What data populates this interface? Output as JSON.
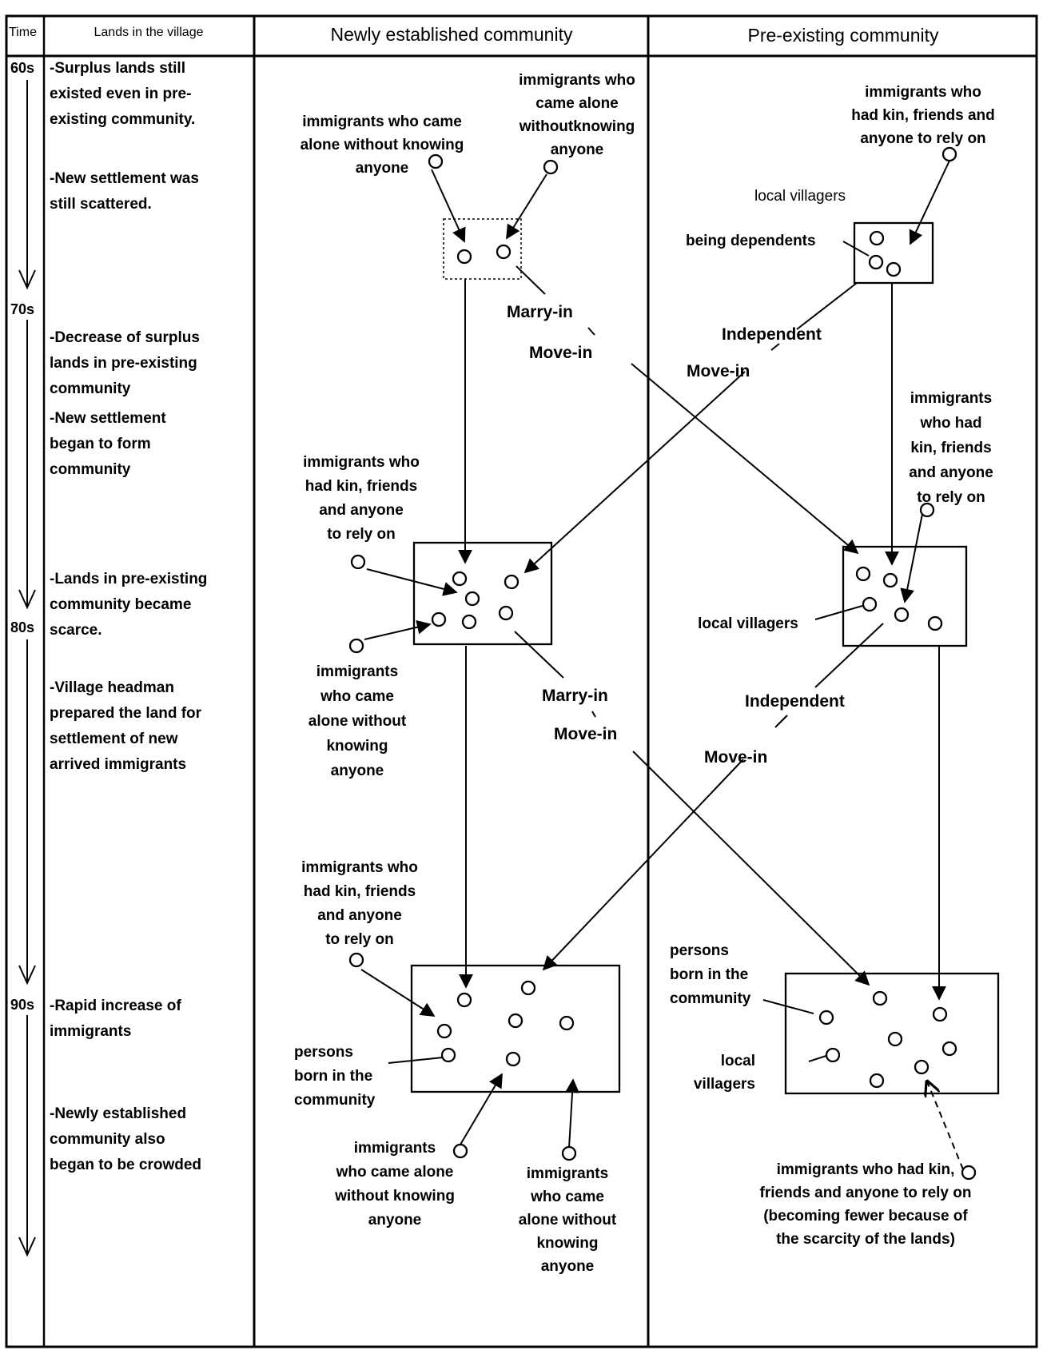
{
  "columns": {
    "time": "Time",
    "lands": "Lands in the village",
    "new_community": "Newly established community",
    "pre_existing": "Pre-existing community"
  },
  "timeline": {
    "marks": [
      "60s",
      "70s",
      "80s",
      "90s"
    ]
  },
  "lands": {
    "l1": [
      "-Surplus lands still",
      "existed even in pre-",
      "existing community."
    ],
    "l2": [
      "-New settlement was",
      "still scattered."
    ],
    "l3": [
      "-Decrease of surplus",
      "lands in pre-existing",
      "community"
    ],
    "l4": [
      "-New settlement",
      "began to form",
      "community"
    ],
    "l5": [
      "-Lands in pre-existing",
      "community became",
      "scarce."
    ],
    "l6": [
      "-Village headman",
      "prepared the land for",
      "settlement of new",
      "arrived immigrants"
    ],
    "l7": [
      "-Rapid increase of",
      "immigrants"
    ],
    "l8": [
      "-Newly established",
      "community also",
      "began to be crowded"
    ]
  },
  "labels": {
    "a1": [
      "immigrants who came",
      "alone without knowing",
      "anyone"
    ],
    "a2": [
      "immigrants who",
      "came alone",
      "withoutknowing",
      "anyone"
    ],
    "a3": [
      "immigrants who",
      "had kin, friends and",
      "anyone to rely on"
    ],
    "a4": [
      "local villagers"
    ],
    "a5": [
      "being dependents"
    ],
    "f1": [
      "Marry-in"
    ],
    "f2": [
      "Move-in"
    ],
    "f3": [
      "Independent"
    ],
    "f4": [
      "Move-in"
    ],
    "b1": [
      "immigrants",
      "who had",
      "kin, friends",
      "and anyone",
      "to rely on"
    ],
    "b2": [
      "immigrants who",
      "had kin, friends",
      "and anyone",
      "to rely on"
    ],
    "b3": [
      "immigrants",
      "who came",
      "alone without",
      "knowing",
      "anyone"
    ],
    "b4": [
      "local villagers"
    ],
    "f5": [
      "Marry-in"
    ],
    "f6": [
      "Move-in"
    ],
    "f7": [
      "Independent"
    ],
    "f8": [
      "Move-in"
    ],
    "c1": [
      "immigrants who",
      "had kin, friends",
      "and anyone",
      "to rely on"
    ],
    "c2": [
      "persons",
      "born in the",
      "community"
    ],
    "c3": [
      "immigrants",
      "who came alone",
      "without knowing",
      "anyone"
    ],
    "c4": [
      "immigrants",
      "who came",
      "alone without",
      "knowing",
      "anyone"
    ],
    "c5": [
      "persons",
      "born in the",
      "community"
    ],
    "c6": [
      "local",
      "villagers"
    ],
    "c7": [
      "immigrants who had kin,",
      "friends and anyone to rely on",
      "(becoming fewer because of",
      "the scarcity of the lands)"
    ]
  }
}
